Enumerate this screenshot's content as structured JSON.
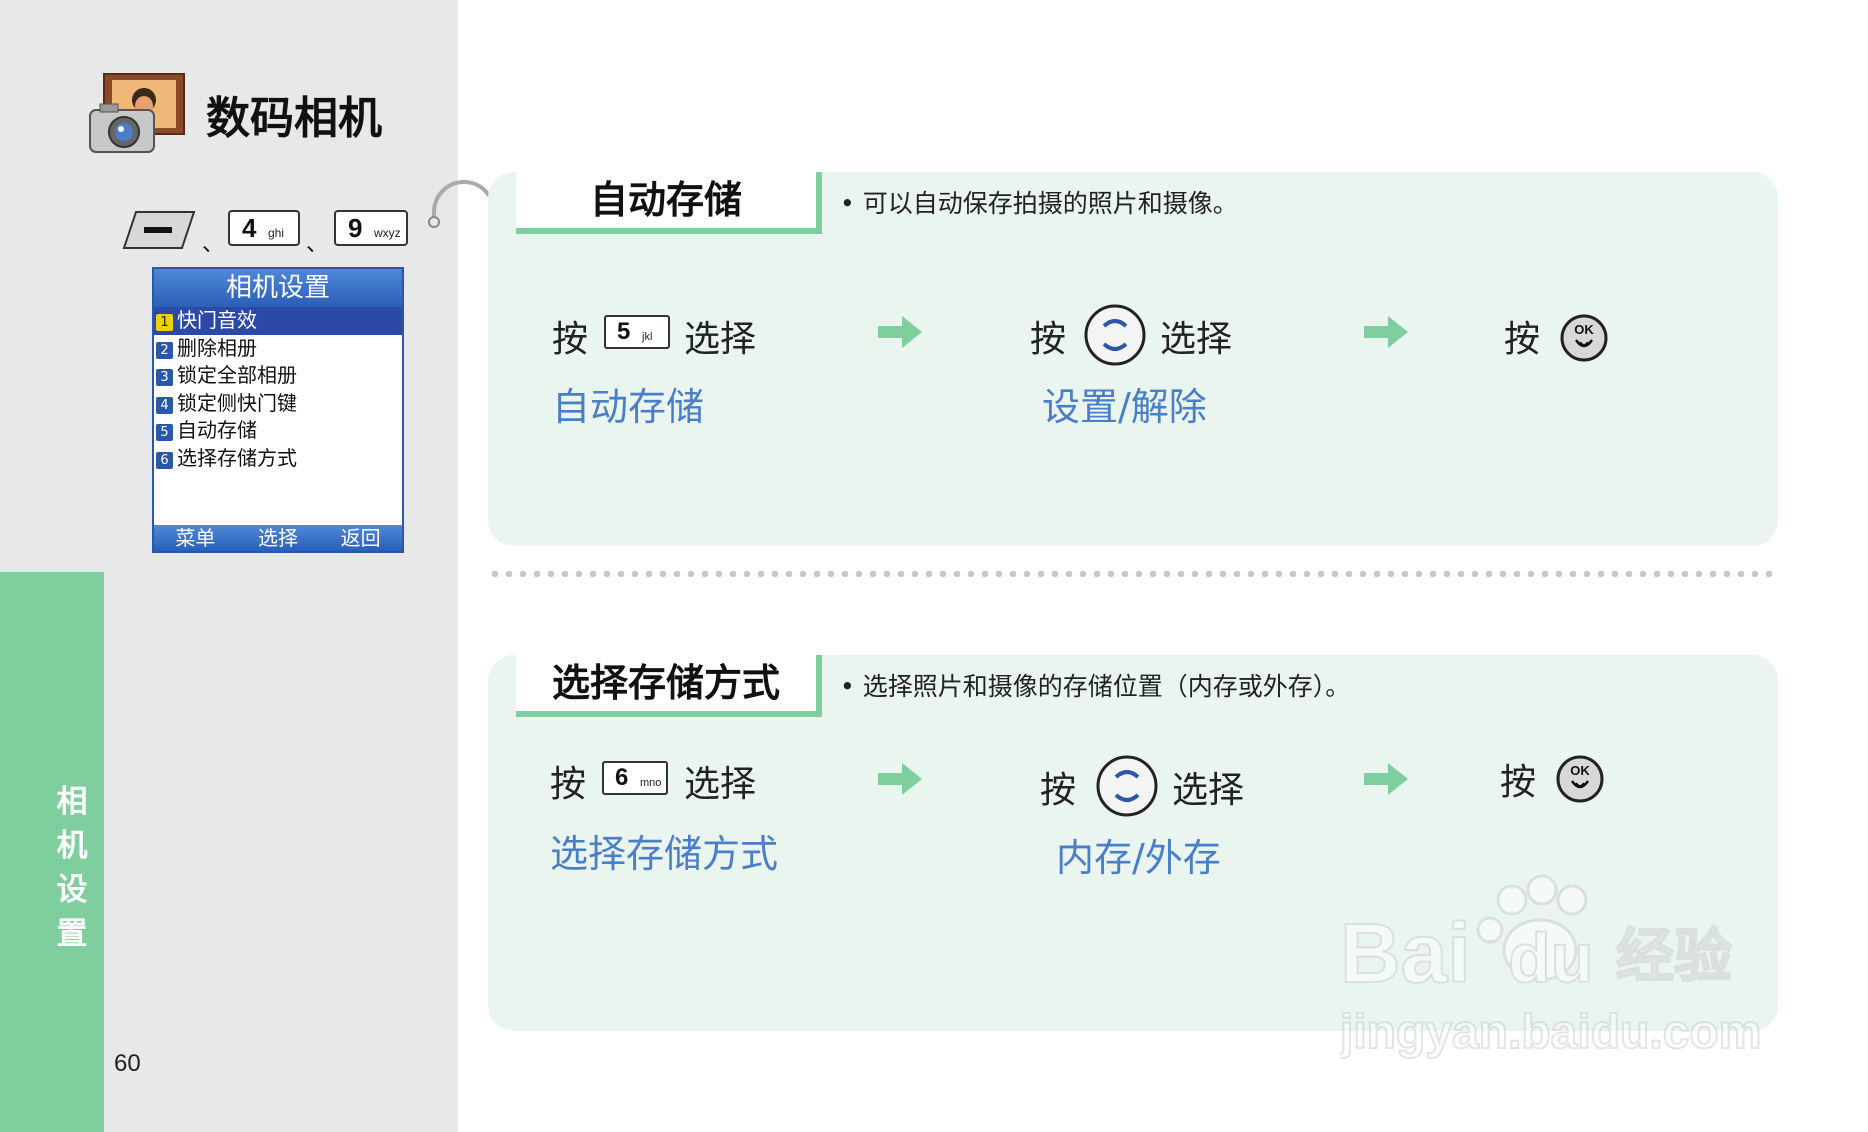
{
  "header": {
    "title": "数码相机",
    "key_sequence": [
      {
        "num": "4",
        "sub": "ghi"
      },
      {
        "num": "9",
        "sub": "wxyz"
      }
    ],
    "separator": "、"
  },
  "phone_screen": {
    "title": "相机设置",
    "items": [
      {
        "num": "1",
        "label": "快门音效"
      },
      {
        "num": "2",
        "label": "删除相册"
      },
      {
        "num": "3",
        "label": "锁定全部相册"
      },
      {
        "num": "4",
        "label": "锁定侧快门键"
      },
      {
        "num": "5",
        "label": "自动存储"
      },
      {
        "num": "6",
        "label": "选择存储方式"
      }
    ],
    "softkeys": [
      "菜单",
      "选择",
      "返回"
    ]
  },
  "sidebar": {
    "label": "相机设置",
    "page_number": "60"
  },
  "sections": [
    {
      "title": "自动存储",
      "bullet": "•",
      "description": "可以自动保存拍摄的照片和摄像。",
      "steps": [
        {
          "pre": "按",
          "key": {
            "num": "5",
            "sub": "jkl"
          },
          "post": "选择",
          "sub_label": "自动存储"
        },
        {
          "pre": "按",
          "post": "选择",
          "sub_label": "设置/解除"
        },
        {
          "pre": "按"
        }
      ]
    },
    {
      "title": "选择存储方式",
      "bullet": "•",
      "description": "选择照片和摄像的存储位置（内存或外存）。",
      "steps": [
        {
          "pre": "按",
          "key": {
            "num": "6",
            "sub": "mno"
          },
          "post": "选择",
          "sub_label": "选择存储方式"
        },
        {
          "pre": "按",
          "post": "选择",
          "sub_label": "内存/外存"
        },
        {
          "pre": "按"
        }
      ]
    }
  ],
  "ok_label": "OK",
  "watermark": {
    "brand": "Bai",
    "brand2": "du",
    "suffix": "经验",
    "url": "jingyan.baidu.com"
  },
  "colors": {
    "accent_green": "#7fcf9e",
    "panel_bg": "#e9f5ee",
    "highlight_blue": "#4a7ec8",
    "screen_blue": "#2b57a8"
  }
}
